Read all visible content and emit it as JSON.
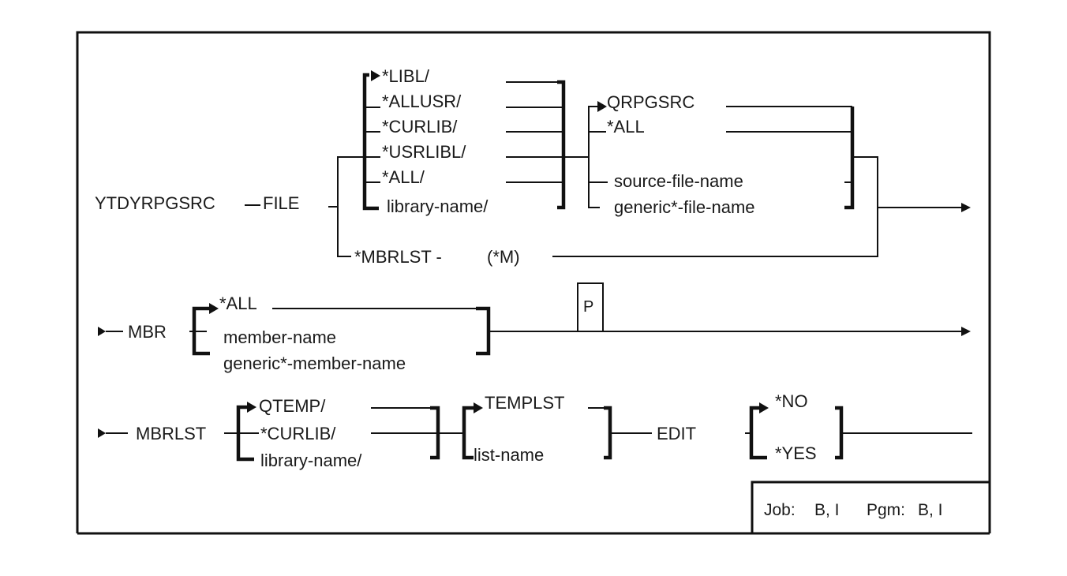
{
  "command": "YTDYRPGSRC",
  "file_row": {
    "keyword": "FILE",
    "library_options": [
      "*LIBL/",
      "*ALLUSR/",
      "*CURLIB/",
      "*USRLIBL/",
      "*ALL/",
      "library-name/"
    ],
    "file_options": [
      "QRPGSRC",
      "*ALL",
      "source-file-name",
      "generic*-file-name"
    ],
    "alternate": "*MBRLST -",
    "alternate_note": "(*M)"
  },
  "mbr_row": {
    "keyword": "MBR",
    "options": [
      "*ALL",
      "member-name",
      "generic*-member-name"
    ],
    "positional_marker": "P"
  },
  "mbrlst_row": {
    "keyword": "MBRLST",
    "library_options": [
      "QTEMP/",
      "*CURLIB/",
      "library-name/"
    ],
    "list_options": [
      "TEMPLST",
      "list-name"
    ],
    "edit_keyword": "EDIT",
    "edit_options": [
      "*NO",
      "*YES"
    ]
  },
  "footer": {
    "job_label": "Job:",
    "job_value": "B, I",
    "pgm_label": "Pgm:",
    "pgm_value": "B, I"
  }
}
